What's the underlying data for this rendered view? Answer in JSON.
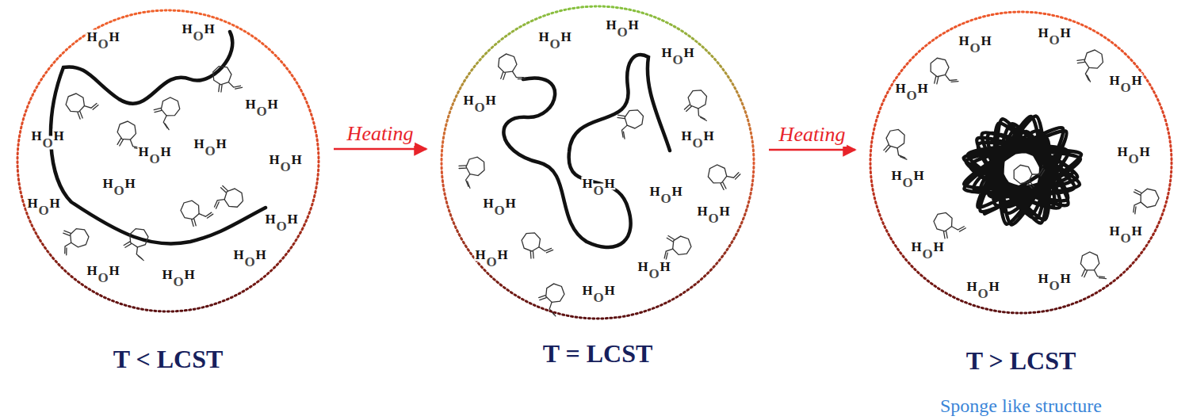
{
  "diagram": {
    "nodes": [
      {
        "text": [
          "T < LCST"
        ]
      },
      {
        "text": [
          "T = LCST"
        ]
      },
      {
        "text": [
          "T > LCST",
          "Sponge like structure"
        ]
      }
    ],
    "edges": [
      {
        "from": 0,
        "to": 1,
        "arrow": "to",
        "label": "Heating"
      },
      {
        "from": 1,
        "to": 2,
        "arrow": "to",
        "label": "Heating"
      }
    ],
    "labels": [
      "H",
      "O",
      "H",
      "H",
      "O",
      "H",
      "H",
      "O",
      "H",
      "H",
      "O",
      "H",
      "H",
      "O",
      "H",
      "H",
      "O",
      "H",
      "H",
      "O",
      "H",
      "H",
      "O",
      "H",
      "H",
      "O",
      "H",
      "H",
      "O",
      "H",
      "H",
      "O",
      "H",
      "H",
      "O",
      "H",
      "H",
      "O",
      "H",
      "H",
      "O",
      "H",
      "H",
      "O",
      "H",
      "H",
      "O",
      "H",
      "H",
      "O",
      "H",
      "H",
      "O",
      "H",
      "H",
      "O",
      "H",
      "H",
      "O",
      "H",
      "H",
      "O",
      "H",
      "H",
      "O",
      "H",
      "H",
      "O",
      "H",
      "H",
      "O",
      "H",
      "H",
      "O",
      "H",
      "H",
      "O",
      "H",
      "H",
      "O",
      "H",
      "H",
      "O",
      "H",
      "H",
      "O",
      "H",
      "H",
      "O",
      "H",
      "H",
      "O",
      "H",
      "H",
      "O",
      "H",
      "H",
      "O",
      "H",
      "H",
      "O",
      "H",
      "H",
      "O",
      "H"
    ]
  }
}
